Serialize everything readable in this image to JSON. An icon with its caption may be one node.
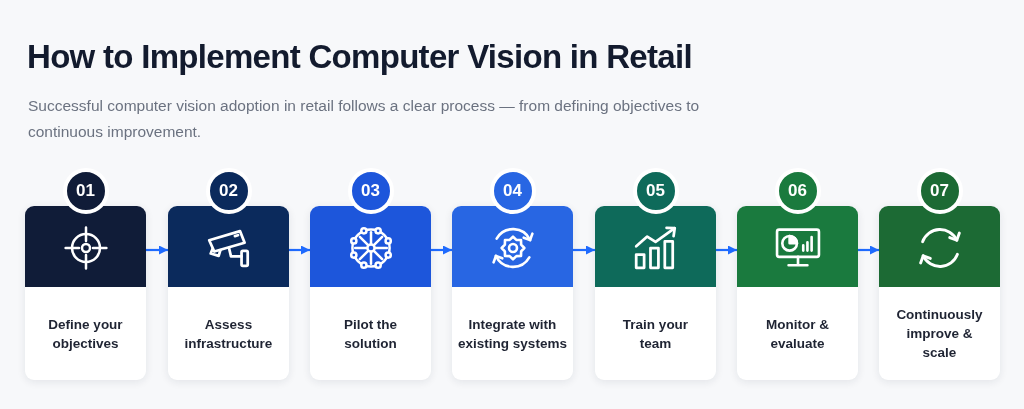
{
  "diagram": {
    "title": "How to Implement **Computer Vision** in Retail",
    "nodes": [
      {
        "text": [
          "01",
          "Define your objectives"
        ]
      },
      {
        "text": [
          "02",
          "Assess infrastructure"
        ]
      },
      {
        "text": [
          "03",
          "Pilot the solution"
        ]
      },
      {
        "text": [
          "04",
          "Integrate with existing systems"
        ]
      },
      {
        "text": [
          "05",
          "Train your team"
        ]
      },
      {
        "text": [
          "06",
          "Monitor & evaluate"
        ]
      },
      {
        "text": [
          "07",
          "Continuously improve & scale"
        ]
      }
    ],
    "edges": [
      {
        "from": 0,
        "to": 1,
        "arrow": "to"
      },
      {
        "from": 1,
        "to": 2,
        "arrow": "to"
      },
      {
        "from": 2,
        "to": 3,
        "arrow": "to"
      },
      {
        "from": 3,
        "to": 4,
        "arrow": "to"
      },
      {
        "from": 4,
        "to": 5,
        "arrow": "to"
      },
      {
        "from": 5,
        "to": 6,
        "arrow": "to"
      }
    ],
    "labels": [
      "Successful computer vision adoption in retail follows a clear process — from defining objectives to continuous improvement."
    ]
  }
}
